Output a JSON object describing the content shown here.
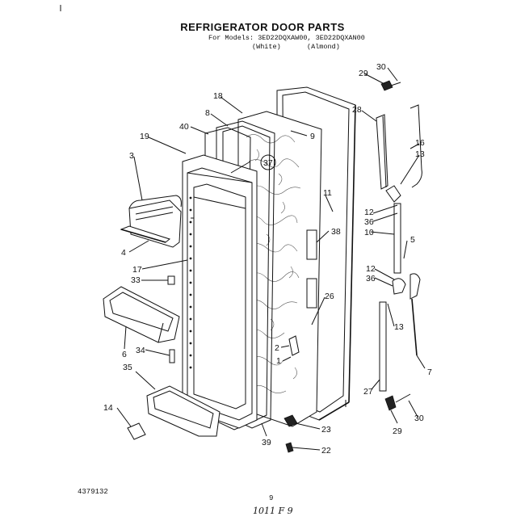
{
  "header": {
    "title": "REFRIGERATOR DOOR PARTS",
    "models_line": "For Models: 3ED22DQXAW00, 3ED22DQXAN00",
    "color_white": "(White)",
    "color_almond": "(Almond)"
  },
  "callouts": [
    "29",
    "30",
    "18",
    "28",
    "8",
    "9",
    "40",
    "16",
    "13",
    "19",
    "37",
    "3",
    "11",
    "12",
    "36",
    "38",
    "10",
    "5",
    "4",
    "17",
    "12",
    "36",
    "33",
    "26",
    "13",
    "34",
    "6",
    "2",
    "7",
    "1",
    "35",
    "27",
    "14",
    "23",
    "30",
    "39",
    "22",
    "29"
  ],
  "footer": {
    "part_number": "4379132",
    "page_number": "9",
    "handwritten": "1011 F 9"
  }
}
